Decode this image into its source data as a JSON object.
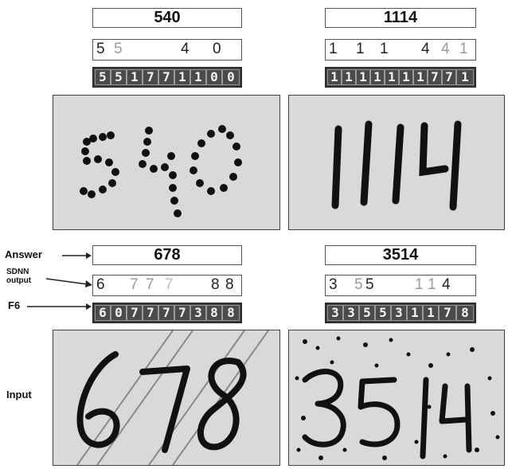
{
  "labels": {
    "answer": "Answer",
    "sdnn_line1": "SDNN",
    "sdnn_line2": "output",
    "f6": "F6",
    "input": "Input"
  },
  "colors": {
    "primary_digit": "#222222",
    "faded_digit": "#9a9a9a",
    "f6_background": "#3a3a3a",
    "input_background": "#d9d9d9"
  },
  "examples": [
    {
      "answer": "540",
      "sdnn_output": [
        "5",
        "5",
        "4",
        "0"
      ],
      "sdnn_faded": [
        false,
        true,
        false,
        false
      ],
      "f6": [
        "5",
        "5",
        "1",
        "7",
        "7",
        "1",
        "1",
        "0",
        "0"
      ],
      "input": "540"
    },
    {
      "answer": "1114",
      "sdnn_output": [
        "1",
        "1",
        "1",
        "4",
        "4",
        "1"
      ],
      "sdnn_faded": [
        false,
        false,
        false,
        false,
        true,
        true
      ],
      "f6": [
        "1",
        "1",
        "1",
        "1",
        "1",
        "1",
        "1",
        "7",
        "7",
        "1"
      ],
      "input": "1114"
    },
    {
      "answer": "678",
      "sdnn_output": [
        "6",
        "7",
        "7",
        "7",
        "8",
        "8"
      ],
      "sdnn_faded": [
        false,
        true,
        true,
        true,
        false,
        false
      ],
      "f6": [
        "6",
        "0",
        "7",
        "7",
        "7",
        "7",
        "3",
        "8",
        "8"
      ],
      "input": "678"
    },
    {
      "answer": "3514",
      "sdnn_output": [
        "3",
        "5",
        "5",
        "1",
        "1",
        "4"
      ],
      "sdnn_faded": [
        false,
        true,
        false,
        true,
        true,
        false
      ],
      "f6": [
        "3",
        "3",
        "5",
        "5",
        "3",
        "1",
        "1",
        "7",
        "8"
      ],
      "input": "3514"
    }
  ]
}
